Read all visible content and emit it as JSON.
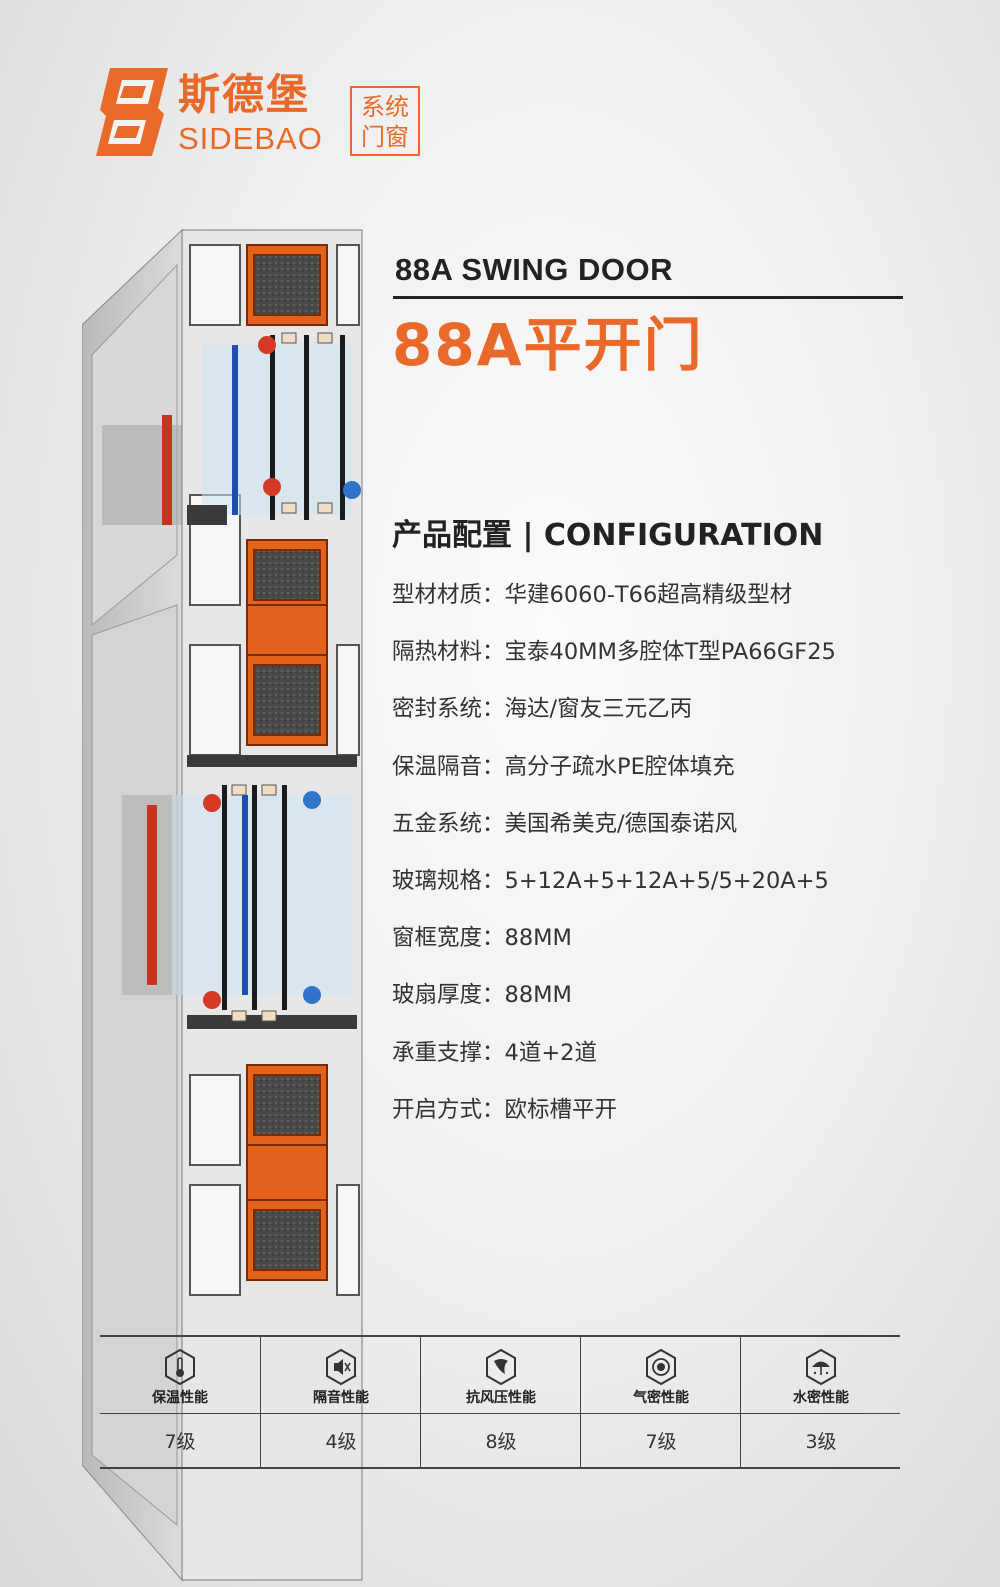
{
  "brand": {
    "name_cn": "斯德堡",
    "name_en": "SIDEBAO",
    "tag_line1": "系统",
    "tag_line2": "门窗",
    "accent_color": "#e8692a"
  },
  "product": {
    "title_en": "88A SWING DOOR",
    "title_cn": "88A平开门"
  },
  "configuration": {
    "heading": "产品配置 | CONFIGURATION",
    "specs": [
      "型材材质：华建6060-T66超高精级型材",
      "隔热材料：宝泰40MM多腔体T型PA66GF25",
      "密封系统：海达/窗友三元乙丙",
      "保温隔音：高分子疏水PE腔体填充",
      "五金系统：美国希美克/德国泰诺风",
      "玻璃规格：5+12A+5+12A+5/5+20A+5",
      "窗框宽度：88MM",
      "玻扇厚度：88MM",
      "承重支撑：4道+2道",
      "开启方式：欧标槽平开"
    ]
  },
  "performance": [
    {
      "label": "保温性能",
      "value": "7级",
      "icon": "thermometer-icon"
    },
    {
      "label": "隔音性能",
      "value": "4级",
      "icon": "sound-mute-icon"
    },
    {
      "label": "抗风压性能",
      "value": "8级",
      "icon": "wind-icon"
    },
    {
      "label": "气密性能",
      "value": "7级",
      "icon": "airtight-icon"
    },
    {
      "label": "水密性能",
      "value": "3级",
      "icon": "umbrella-icon"
    }
  ]
}
